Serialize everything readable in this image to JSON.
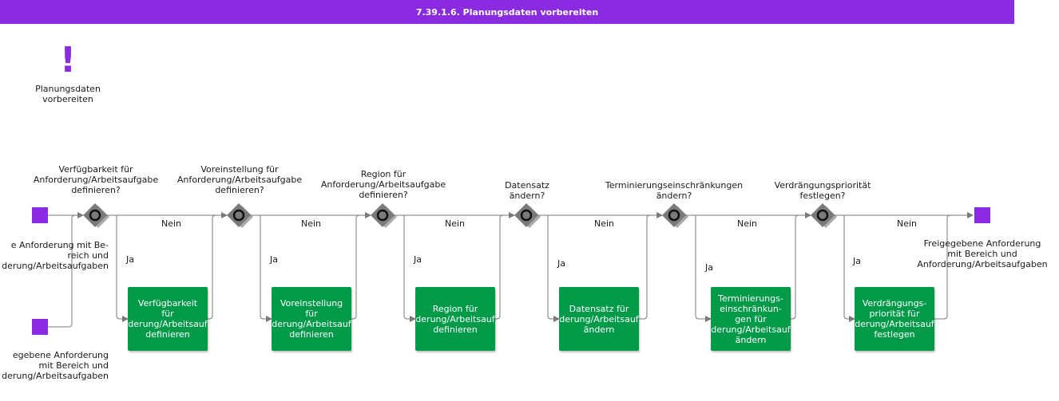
{
  "header": {
    "title": "7.39.1.6. Planungsdaten vorbereiten"
  },
  "trigger": {
    "icon": "exclamation-icon",
    "label": "Planungsdaten\nvorbereiten"
  },
  "colors": {
    "accent": "#8a2be2",
    "task": "#009a49",
    "gateway": "#7a7a7a"
  },
  "events": {
    "start_top_label": "e Anforderung mit Be-\nreich und\nderung/Arbeitsaufgaben",
    "start_bottom_label": "egebene Anforderung\nmit Bereich und\nderung/Arbeitsaufgaben",
    "end_label": "Freigegebene Anforderung\nmit Bereich und\nAnforderung/Arbeitsaufgaben"
  },
  "branch": {
    "no": "Nein",
    "yes": "Ja"
  },
  "gateways": [
    {
      "label": "Verfügbarkeit für\nAnforderung/Arbeitsaufgabe\ndefinieren?"
    },
    {
      "label": "Voreinstellung für\nAnforderung/Arbeitsaufgabe\ndefinieren?"
    },
    {
      "label": "Region für\nAnforderung/Arbeitsaufgabe\ndefinieren?"
    },
    {
      "label": "Datensatz\nändern?"
    },
    {
      "label": "Terminierungseinschränkungen\nändern?"
    },
    {
      "label": "Verdrängungspriorität\nfestlegen?"
    }
  ],
  "tasks": [
    {
      "label": "Verfügbarkeit\nfür\nderung/Arbeitsauf\ndefinieren"
    },
    {
      "label": "Voreinstellung\nfür\nderung/Arbeitsauf\ndefinieren"
    },
    {
      "label": "Region für\nderung/Arbeitsauf\ndefinieren"
    },
    {
      "label": "Datensatz für\nderung/Arbeitsauf\nändern"
    },
    {
      "label": "Terminierungs-\neinschränkun-\ngen für\nderung/Arbeitsauf\nändern"
    },
    {
      "label": "Verdrängungs-\npriorität für\nderung/Arbeitsauf\nfestlegen"
    }
  ]
}
